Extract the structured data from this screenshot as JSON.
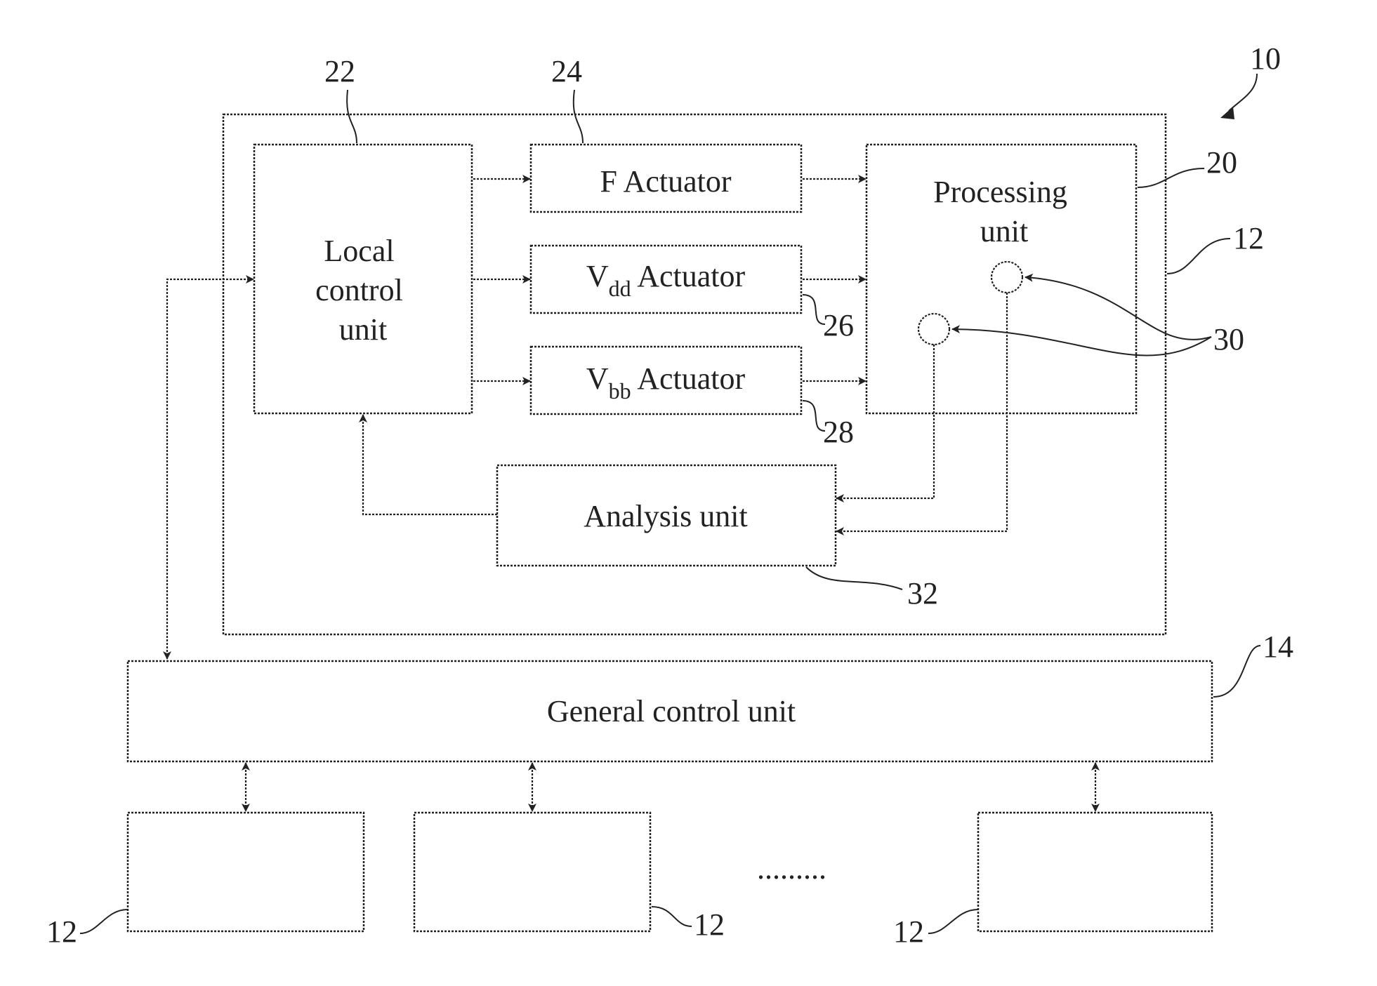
{
  "figure_label": "10",
  "blocks": {
    "local_control": {
      "lines": [
        "Local",
        "control",
        "unit"
      ],
      "ref": "22"
    },
    "f_actuator": {
      "text": "F Actuator",
      "ref": "24"
    },
    "vdd_actuator": {
      "v": "V",
      "sub": "dd",
      "rest": " Actuator",
      "ref": "26"
    },
    "vbb_actuator": {
      "v": "V",
      "sub": "bb",
      "rest": " Actuator",
      "ref": "28"
    },
    "processing": {
      "lines": [
        "Processing",
        "unit"
      ],
      "ref": "20"
    },
    "sensors": {
      "ref": "30"
    },
    "analysis": {
      "text": "Analysis unit",
      "ref": "32"
    },
    "node": {
      "ref": "12"
    },
    "general_control": {
      "text": "General control unit",
      "ref": "14"
    },
    "other_nodes": [
      {
        "ref": "12"
      },
      {
        "ref": "12"
      },
      {
        "ref": "12"
      }
    ],
    "ellipsis": "........."
  }
}
